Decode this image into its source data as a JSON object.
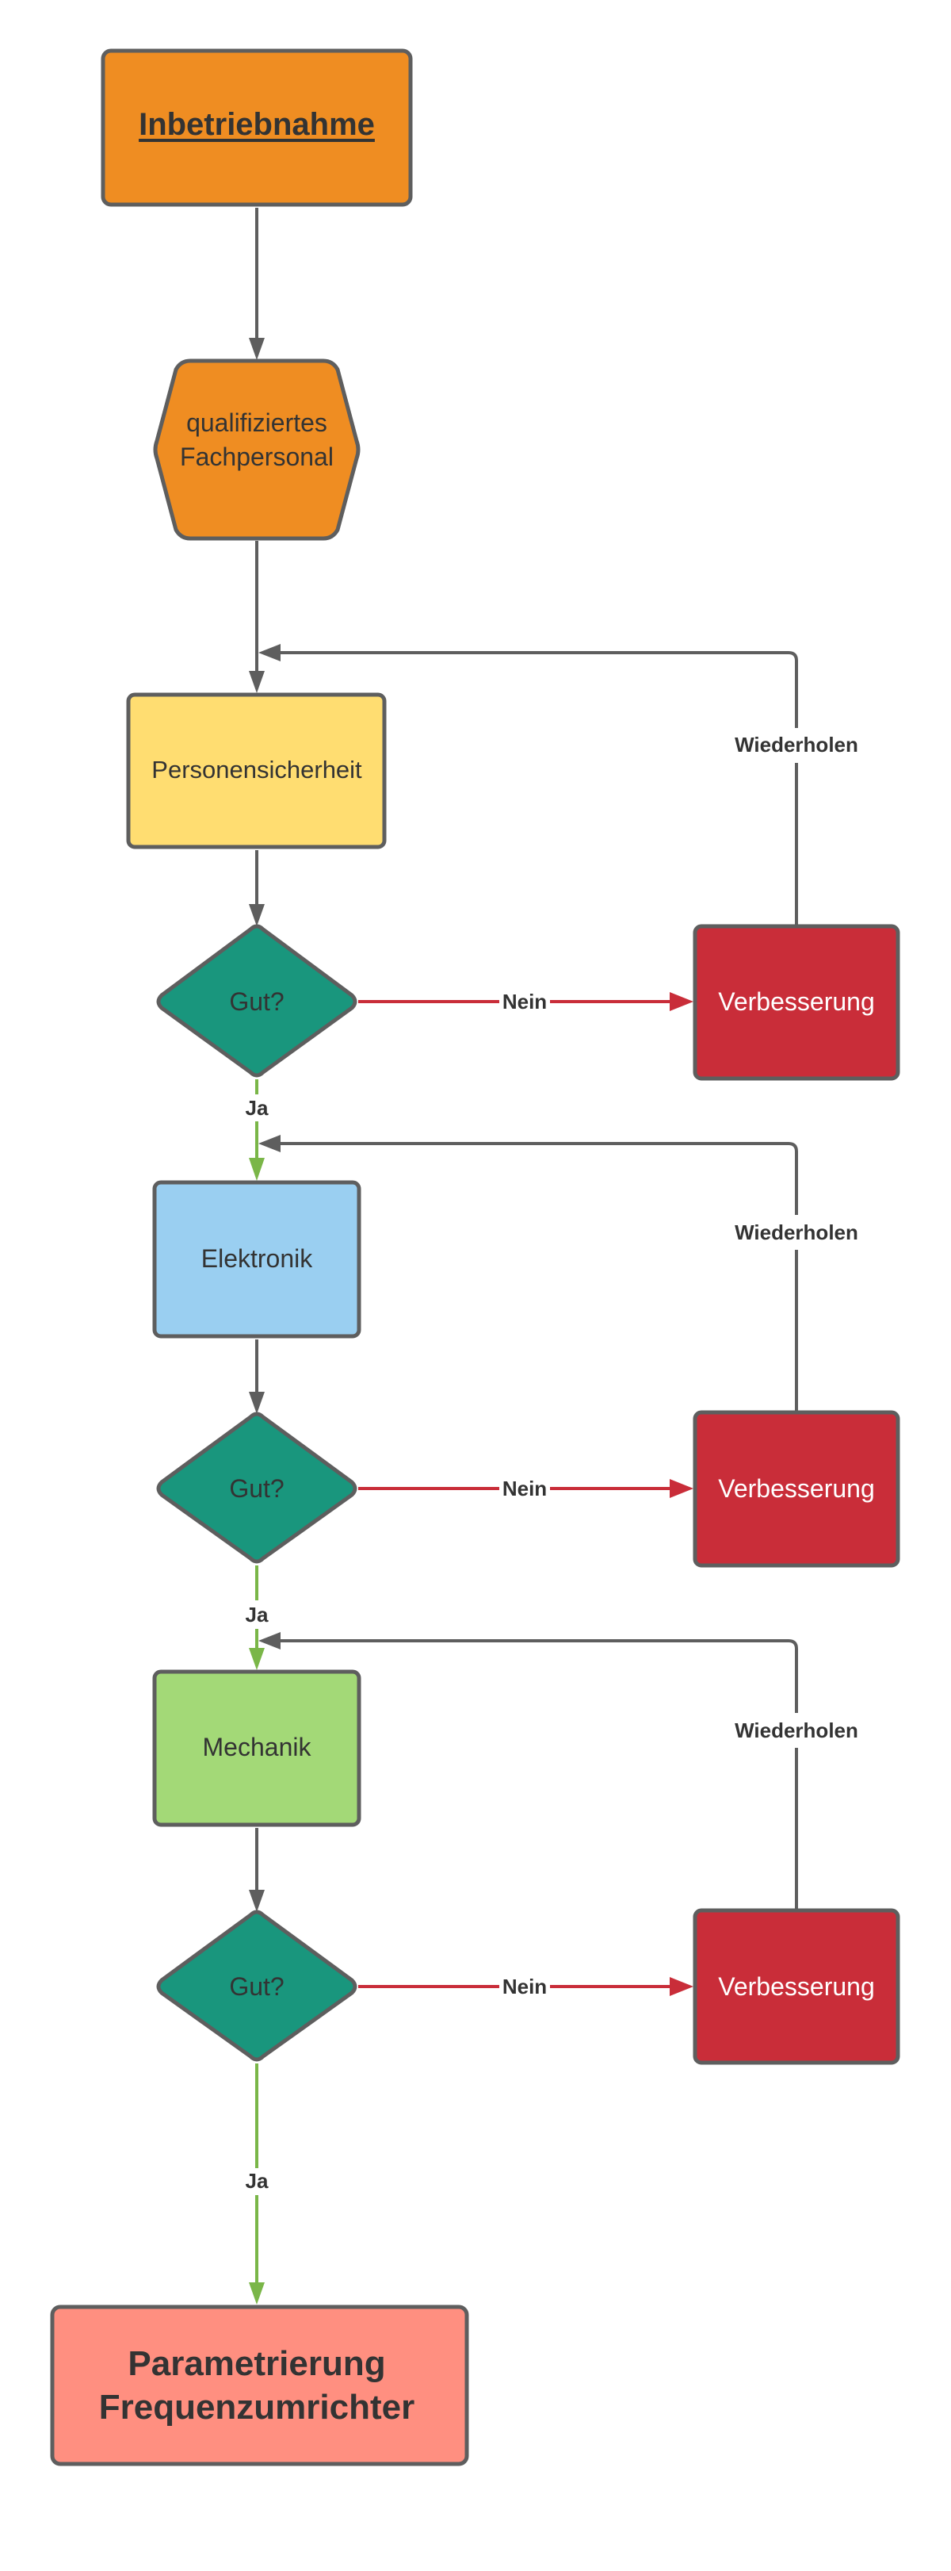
{
  "diagram": {
    "nodes": {
      "start": {
        "label": "Inbetriebnahme",
        "shape": "rounded-rect",
        "fill": "#EF8D22",
        "emphasis": "bold-underline"
      },
      "staff": {
        "label_lines": [
          "qualifiziertes",
          "Fachpersonal"
        ],
        "shape": "hexagon",
        "fill": "#EF8D22"
      },
      "safety": {
        "label": "Personensicherheit",
        "shape": "rounded-rect",
        "fill": "#FFDD71"
      },
      "check1": {
        "label": "Gut?",
        "shape": "diamond",
        "fill": "#19967D"
      },
      "improve1": {
        "label": "Verbesserung",
        "shape": "rounded-rect",
        "fill": "#C92D39"
      },
      "electronics": {
        "label": "Elektronik",
        "shape": "rounded-rect",
        "fill": "#9ACFF1"
      },
      "check2": {
        "label": "Gut?",
        "shape": "diamond",
        "fill": "#19967D"
      },
      "improve2": {
        "label": "Verbesserung",
        "shape": "rounded-rect",
        "fill": "#C92D39"
      },
      "mechanics": {
        "label": "Mechanik",
        "shape": "rounded-rect",
        "fill": "#A3D977"
      },
      "check3": {
        "label": "Gut?",
        "shape": "diamond",
        "fill": "#19967D"
      },
      "improve3": {
        "label": "Verbesserung",
        "shape": "rounded-rect",
        "fill": "#C92D39"
      },
      "end": {
        "label_lines": [
          "Parametrierung",
          "Frequenzumrichter"
        ],
        "shape": "rounded-rect",
        "fill": "#FF8F80",
        "emphasis": "bold"
      }
    },
    "edges": {
      "no_label": "Nein",
      "yes_label": "Ja",
      "repeat_label": "Wiederholen"
    },
    "colors": {
      "stroke": "#5E5E5E",
      "edge_default": "#5E5E5E",
      "edge_no": "#C92D39",
      "edge_yes": "#7AB648",
      "text_dark": "#333333",
      "text_light": "#FFFFFF"
    }
  }
}
